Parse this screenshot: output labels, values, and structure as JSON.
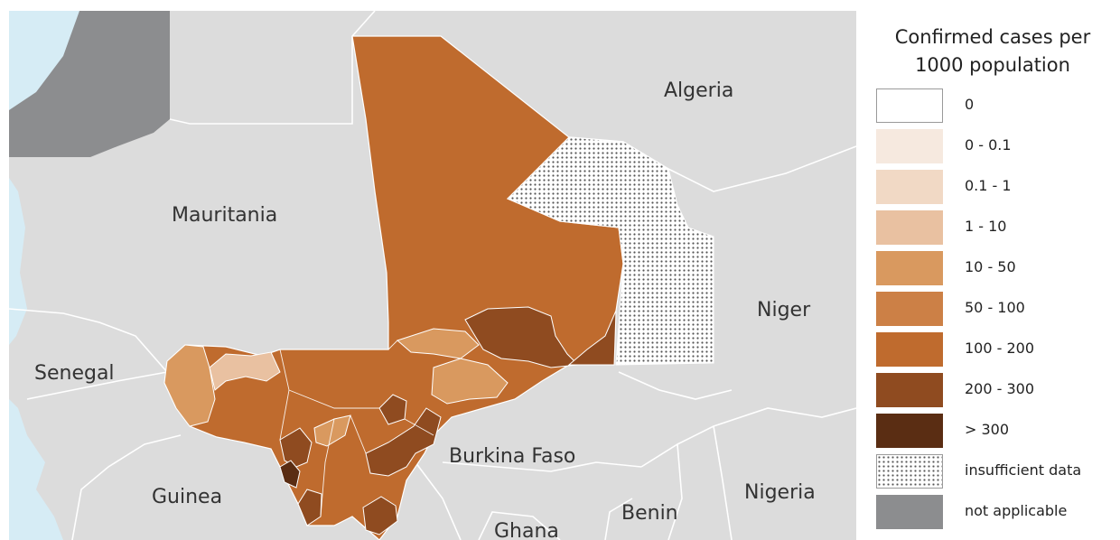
{
  "map": {
    "countries": {
      "algeria": "Algeria",
      "mauritania": "Mauritania",
      "niger": "Niger",
      "senegal": "Senegal",
      "burkina_faso": "Burkina Faso",
      "guinea": "Guinea",
      "nigeria": "Nigeria",
      "benin": "Benin",
      "ghana": "Ghana"
    },
    "colors": {
      "neighbor_land": "#dcdcdc",
      "not_applicable": "#8c8d8f",
      "water": "#d6ecf5",
      "border": "#ffffff"
    }
  },
  "legend": {
    "title_line1": "Confirmed cases per",
    "title_line2": "1000 population",
    "items": [
      {
        "label": "0",
        "color": "#ffffff"
      },
      {
        "label": "0 - 0.1",
        "color": "#f6e9df"
      },
      {
        "label": "0.1 - 1",
        "color": "#f1d9c5"
      },
      {
        "label": "1 - 10",
        "color": "#e9c1a1"
      },
      {
        "label": "10 - 50",
        "color": "#d9995f"
      },
      {
        "label": "50 - 100",
        "color": "#cc8046"
      },
      {
        "label": "100 - 200",
        "color": "#bf6b2e"
      },
      {
        "label": "200 - 300",
        "color": "#8f4b20"
      },
      {
        "label": "> 300",
        "color": "#5a2d13"
      },
      {
        "label": "insufficient data",
        "color": "#ffffff",
        "pattern": "dots"
      },
      {
        "label": "not applicable",
        "color": "#8c8d8f"
      }
    ]
  }
}
